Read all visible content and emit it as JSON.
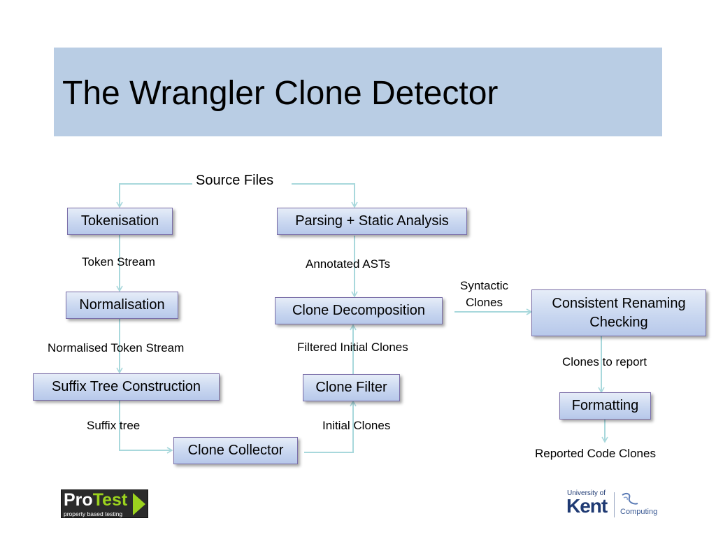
{
  "slide": {
    "title": "The Wrangler Clone Detector"
  },
  "diagram": {
    "source": "Source Files",
    "boxes": {
      "tokenisation": "Tokenisation",
      "parsing": "Parsing + Static Analysis",
      "normalisation": "Normalisation",
      "clone_decomposition": "Clone Decomposition",
      "consistent_renaming_line1": "Consistent Renaming",
      "consistent_renaming_line2": "Checking",
      "suffix_tree": "Suffix Tree Construction",
      "clone_filter": "Clone Filter",
      "formatting": "Formatting",
      "clone_collector": "Clone Collector"
    },
    "labels": {
      "token_stream": "Token Stream",
      "annotated_asts": "Annotated ASTs",
      "syntactic_line1": "Syntactic",
      "syntactic_line2": "Clones",
      "normalised_token_stream": "Normalised Token Stream",
      "filtered_initial_clones": "Filtered Initial Clones",
      "clones_to_report": "Clones to report",
      "suffix_tree": "Suffix tree",
      "initial_clones": "Initial Clones",
      "reported_code_clones": "Reported Code Clones"
    }
  },
  "logos": {
    "protest": {
      "pro": "Pro",
      "test": "Test",
      "tagline": "property based testing"
    },
    "kent": {
      "university_of": "University of",
      "name": "Kent",
      "department": "Computing"
    }
  },
  "colors": {
    "title_band": "#b9cde4",
    "connector": "#a8d8dc",
    "box_border": "#7a6ea8"
  }
}
